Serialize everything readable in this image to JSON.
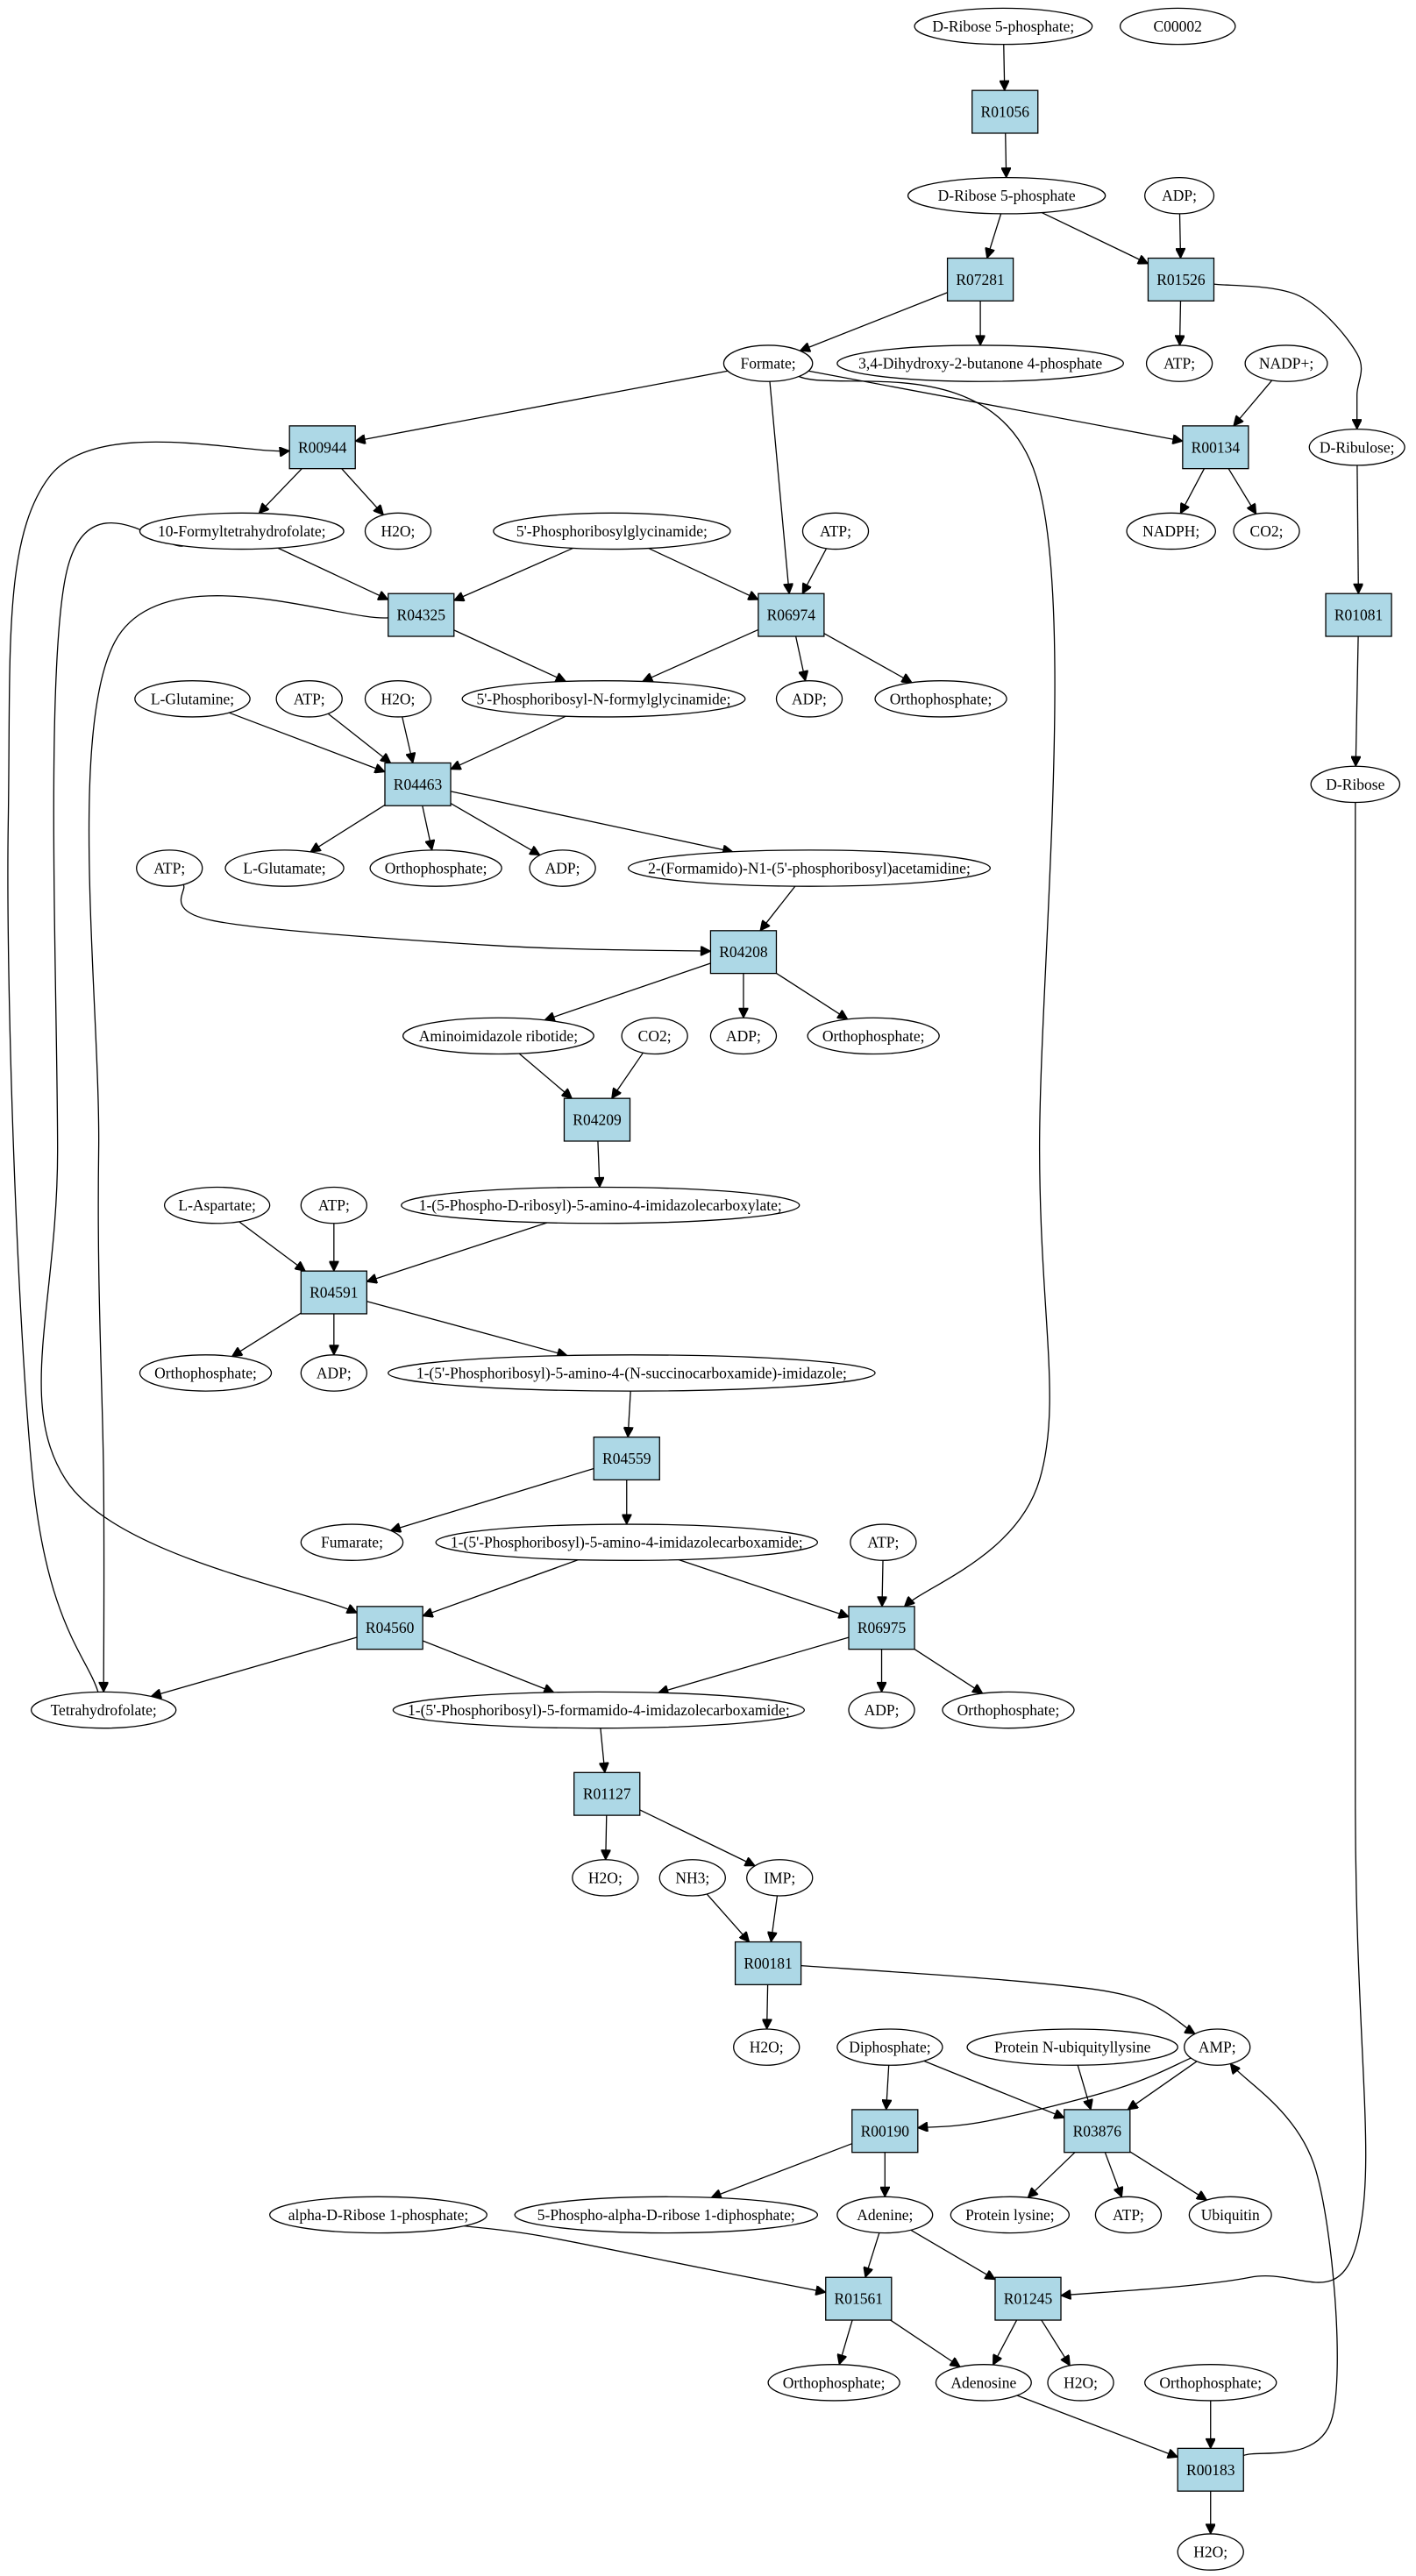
{
  "colors": {
    "reaction_fill": "#add8e6",
    "start_fill": "#00ff00",
    "label_fill": "#ffff00",
    "compound_fill": "#ffffff"
  },
  "nodes": {
    "start": "D-Ribose 5-phosphate;",
    "c00002": "C00002",
    "r01056": "R01056",
    "rib5p": "D-Ribose 5-phosphate",
    "adp_1": "ADP;",
    "r07281": "R07281",
    "r01526": "R01526",
    "formate": "Formate;",
    "dhb4p": "3,4-Dihydroxy-2-butanone 4-phosphate",
    "atp_1": "ATP;",
    "nadp": "NADP+;",
    "r00944": "R00944",
    "r00134": "R00134",
    "ribulose": "D-Ribulose;",
    "fthf": "10-Formyltetrahydrofolate;",
    "h2o_1": "H2O;",
    "prg": "5'-Phosphoribosylglycinamide;",
    "atp_2": "ATP;",
    "nadph": "NADPH;",
    "co2_1": "CO2;",
    "r04325": "R04325",
    "r06974": "R06974",
    "r01081": "R01081",
    "fgar": "5'-Phosphoribosyl-N-formylglycinamide;",
    "adp_2": "ADP;",
    "ortho_1": "Orthophosphate;",
    "gln": "L-Glutamine;",
    "atp_3": "ATP;",
    "h2o_2": "H2O;",
    "r04463": "R04463",
    "ribose": "D-Ribose",
    "glu": "L-Glutamate;",
    "ortho_2": "Orthophosphate;",
    "adp_3": "ADP;",
    "fgam": "2-(Formamido)-N1-(5'-phosphoribosyl)acetamidine;",
    "atp_4": "ATP;",
    "r04208": "R04208",
    "air": "Aminoimidazole ribotide;",
    "co2_2": "CO2;",
    "adp_4": "ADP;",
    "ortho_3": "Orthophosphate;",
    "r04209": "R04209",
    "asp": "L-Aspartate;",
    "atp_5": "ATP;",
    "cair": "1-(5-Phospho-D-ribosyl)-5-amino-4-imidazolecarboxylate;",
    "r04591": "R04591",
    "ortho_4": "Orthophosphate;",
    "adp_5": "ADP;",
    "saicar": "1-(5'-Phosphoribosyl)-5-amino-4-(N-succinocarboxamide)-imidazole;",
    "r04559": "R04559",
    "fumarate": "Fumarate;",
    "aicar": "1-(5'-Phosphoribosyl)-5-amino-4-imidazolecarboxamide;",
    "atp_6": "ATP;",
    "r04560": "R04560",
    "r06975": "R06975",
    "thf": "Tetrahydrofolate;",
    "faicar": "1-(5'-Phosphoribosyl)-5-formamido-4-imidazolecarboxamide;",
    "adp_6": "ADP;",
    "ortho_5": "Orthophosphate;",
    "r01127": "R01127",
    "h2o_3": "H2O;",
    "nh3": "NH3;",
    "imp": "IMP;",
    "r00181": "R00181",
    "h2o_4": "H2O;",
    "diphos": "Diphosphate;",
    "protnub": "Protein N-ubiquityllysine",
    "amp": "AMP;",
    "r00190": "R00190",
    "r03876": "R03876",
    "a_r1p": "alpha-D-Ribose 1-phosphate;",
    "prpp": "5-Phospho-alpha-D-ribose 1-diphosphate;",
    "adenine": "Adenine;",
    "protlys": "Protein lysine;",
    "atp_7": "ATP;",
    "ubiq": "Ubiquitin",
    "r01561": "R01561",
    "r01245": "R01245",
    "ortho_6": "Orthophosphate;",
    "adenosine": "Adenosine",
    "h2o_5": "H2O;",
    "ortho_7": "Orthophosphate;",
    "r00183": "R00183",
    "h2o_6": "H2O;"
  }
}
